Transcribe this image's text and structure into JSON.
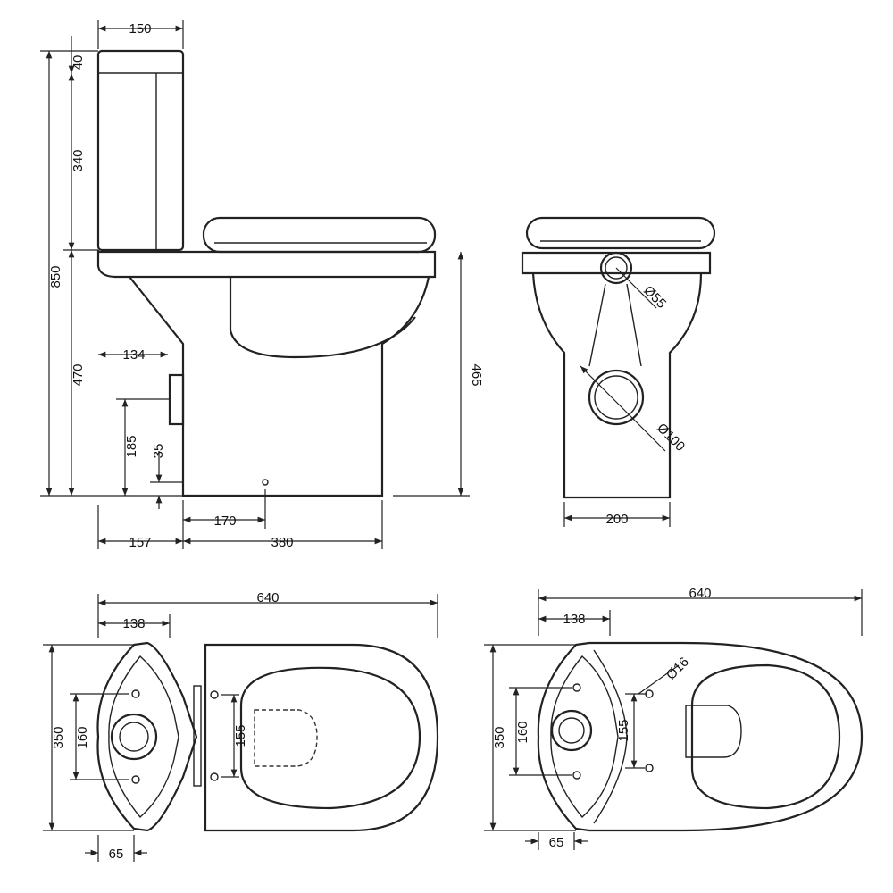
{
  "side_view": {
    "tank_width": "150",
    "tank_lid": "40",
    "tank_height": "340",
    "total_height": "850",
    "pan_height": "470",
    "waste_center_from_wall": "134",
    "waste_height": "185",
    "waste_size": "35",
    "fixing_hole": "170",
    "wall_to_pan": "157",
    "pan_depth": "380",
    "seat_height": "465"
  },
  "rear_view": {
    "inlet": "Ø55",
    "waste": "Ø100",
    "pedestal_width": "200"
  },
  "plan_left": {
    "overall_length": "640",
    "tank_depth": "138",
    "width": "350",
    "waste_span": "160",
    "fixing_span": "155",
    "offset": "65"
  },
  "plan_right": {
    "overall_length": "640",
    "tank_depth": "138",
    "width": "350",
    "waste_span": "160",
    "fixing_span": "155",
    "fixing_hole": "Ø16",
    "offset": "65"
  }
}
